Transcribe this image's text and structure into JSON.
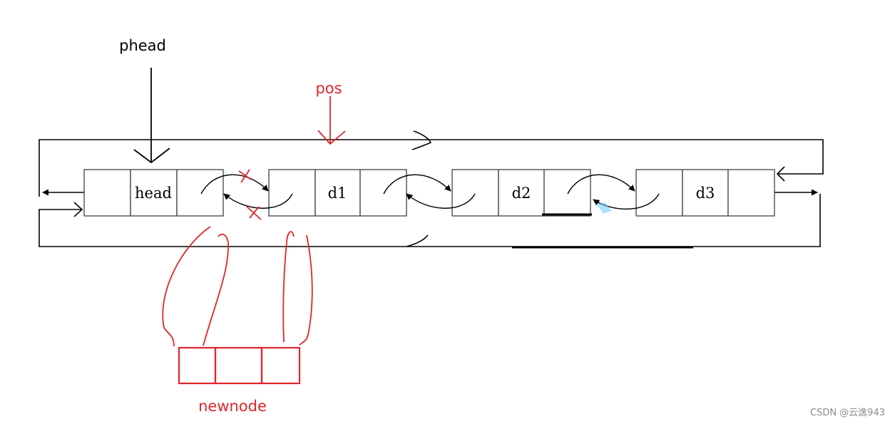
{
  "labels": {
    "phead": "phead",
    "pos": "pos",
    "newnode": "newnode"
  },
  "nodes": [
    {
      "id": "head",
      "label": "head"
    },
    {
      "id": "d1",
      "label": "d1"
    },
    {
      "id": "d2",
      "label": "d2"
    },
    {
      "id": "d3",
      "label": "d3"
    }
  ],
  "watermark": "CSDN @云逸943",
  "colors": {
    "ink": "#000000",
    "node_border": "#505050",
    "annotation": "#e0262b",
    "highlight": "#66ccff"
  }
}
